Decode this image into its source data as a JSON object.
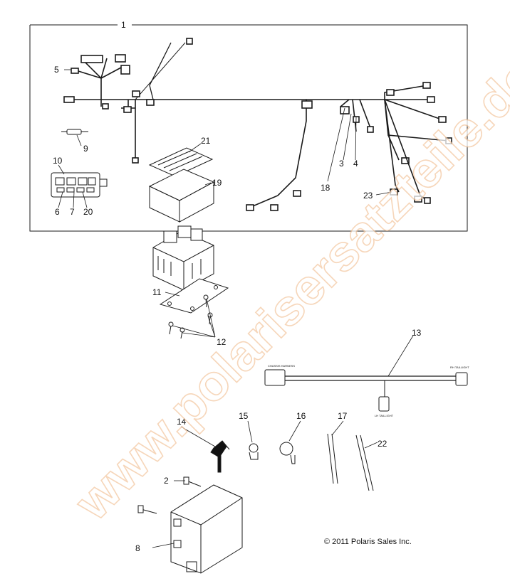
{
  "diagram": {
    "callouts": {
      "c1": "1",
      "c2": "2",
      "c3": "3",
      "c4": "4",
      "c5": "5",
      "c6": "6",
      "c7": "7",
      "c8": "8",
      "c9": "9",
      "c10": "10",
      "c11": "11",
      "c12": "12",
      "c13": "13",
      "c14": "14",
      "c15": "15",
      "c16": "16",
      "c17": "17",
      "c18": "18",
      "c19": "19",
      "c20": "20",
      "c21": "21",
      "c22": "22",
      "c23": "23"
    },
    "harness_tags": {
      "chassis_harness": "CHASSIS HARNESS",
      "rh_taillight": "RH TAILLIGHT",
      "lh_taillight": "LH TAILLIGHT"
    },
    "copyright": "© 2011 Polaris Sales Inc.",
    "watermark": "www.polarisersatzteile.de",
    "colors": {
      "line": "#1a1a1a",
      "watermark": "#f4c9a3",
      "background": "#ffffff"
    }
  }
}
